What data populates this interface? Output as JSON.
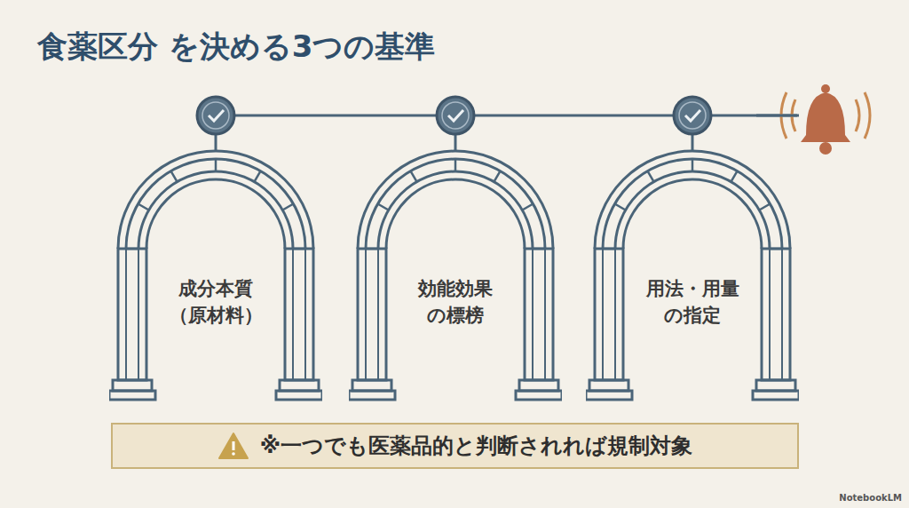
{
  "diagram": {
    "title": "食薬区分 を決める3つの基準",
    "nodes": [
      {
        "text": [
          "成分本質 （原材料）"
        ]
      },
      {
        "text": [
          "効能効果 の標榜"
        ]
      },
      {
        "text": [
          "用法・用量 の指定"
        ]
      },
      {
        "text": [
          "※一つでも医薬品的と判断されれば規制対象"
        ]
      }
    ],
    "edges": [
      {
        "from": 0,
        "to": 1,
        "arrow": "none"
      },
      {
        "from": 1,
        "to": 2,
        "arrow": "none"
      }
    ],
    "labels": [
      "NotebookLM"
    ]
  }
}
